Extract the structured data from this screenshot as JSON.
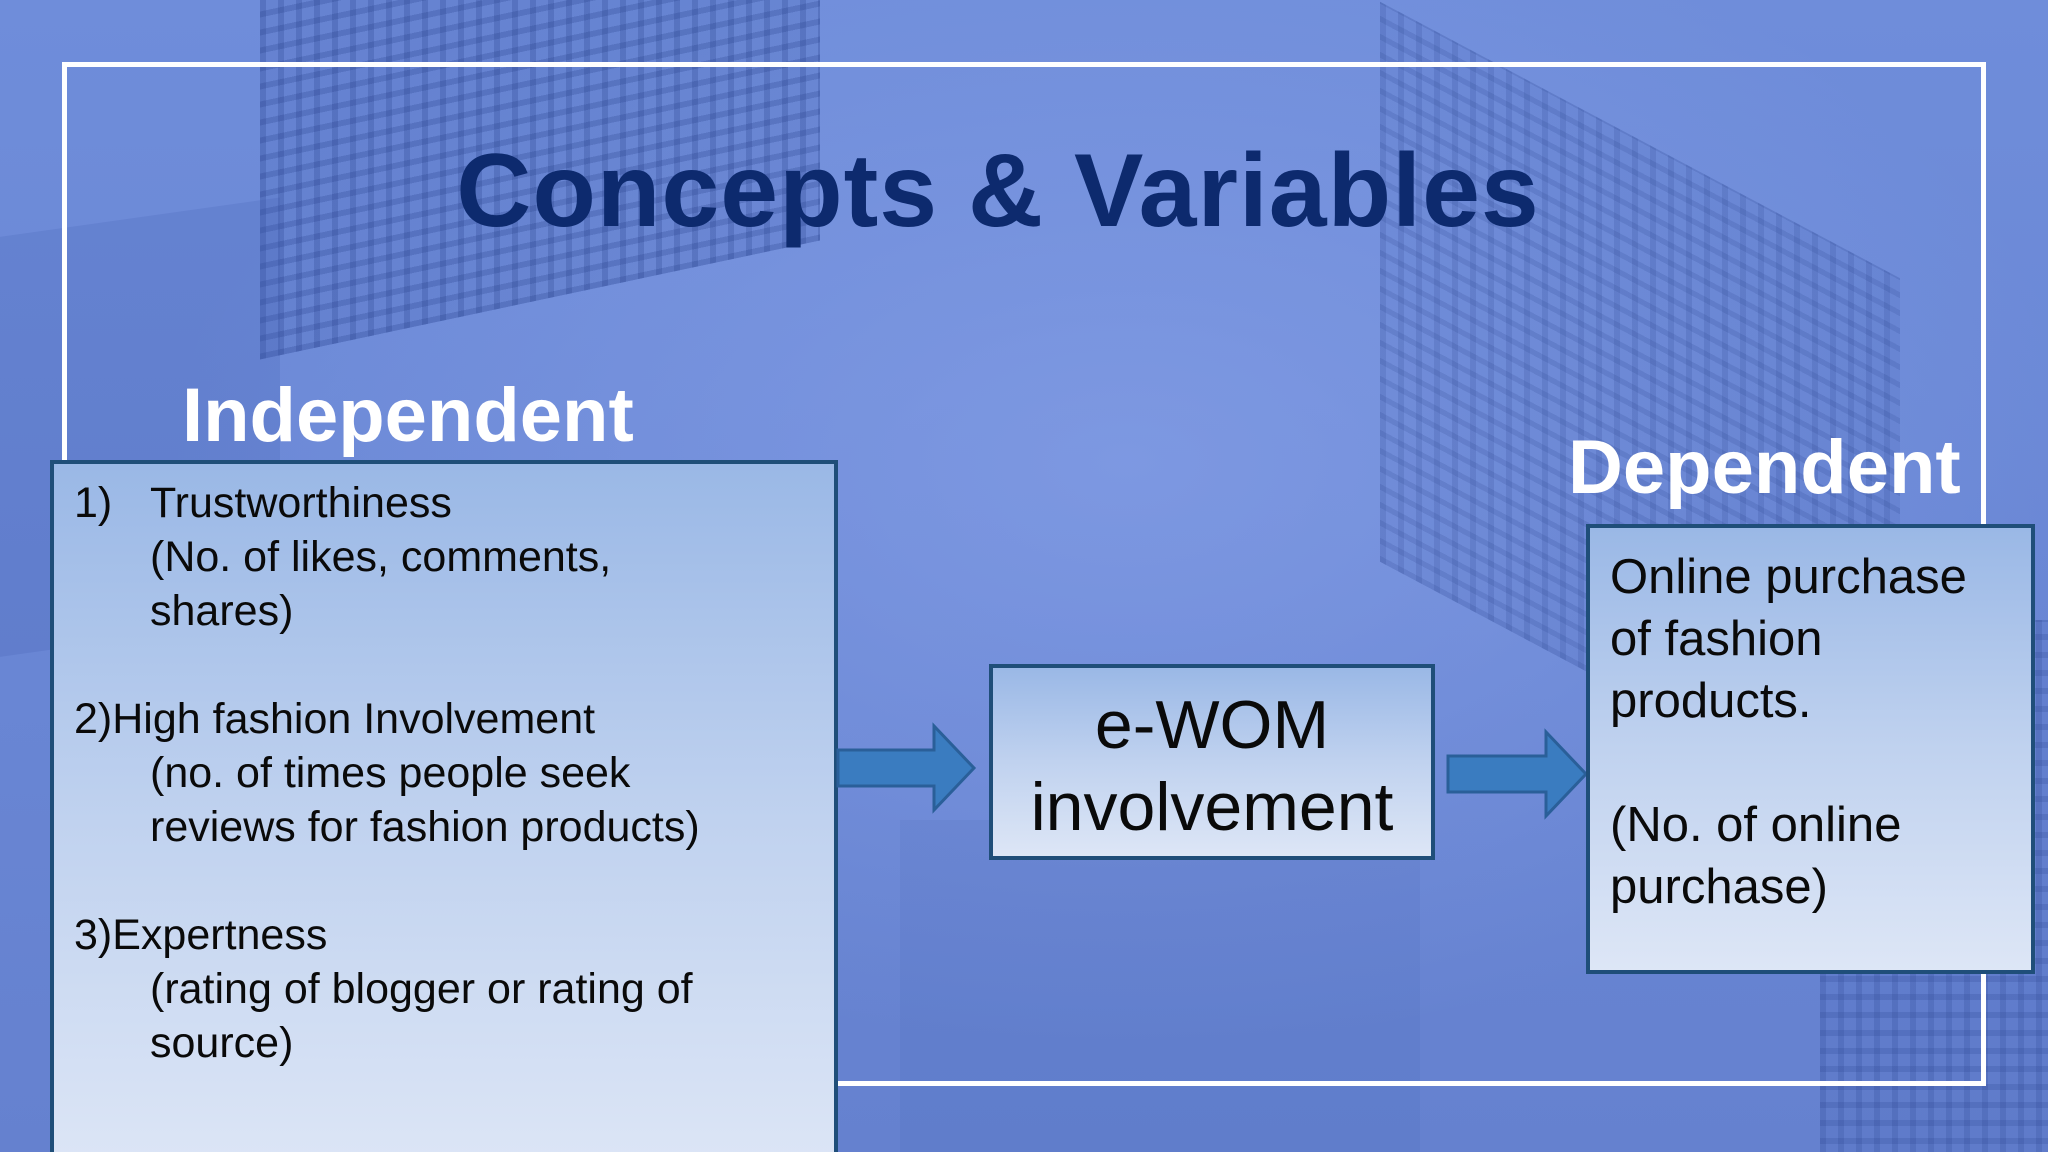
{
  "slide": {
    "title": "Concepts & Variables"
  },
  "independent": {
    "heading": "Independent",
    "items": [
      {
        "number": "1)",
        "label": "Trustworthiness",
        "detail_lines": [
          "(No. of likes, comments,",
          "shares)"
        ]
      },
      {
        "number": "2)",
        "label": "High fashion Involvement",
        "detail_lines": [
          "(no. of times people seek",
          "reviews for fashion products)"
        ]
      },
      {
        "number": "3)",
        "label": "Expertness",
        "detail_lines": [
          "(rating of blogger or rating of",
          "source)"
        ]
      }
    ]
  },
  "mediator": {
    "lines": [
      "e-WOM",
      "involvement"
    ]
  },
  "dependent": {
    "heading": "Dependent",
    "lines": [
      "Online purchase",
      "of fashion",
      "products."
    ],
    "measure_lines": [
      "(No. of online",
      "purchase)"
    ]
  },
  "colors": {
    "title": "#0d2a6e",
    "heading": "#ffffff",
    "box_border": "#1f4e79",
    "arrow_fill": "#3a7cc0",
    "arrow_stroke": "#2a5f99",
    "frame": "#ffffff"
  }
}
